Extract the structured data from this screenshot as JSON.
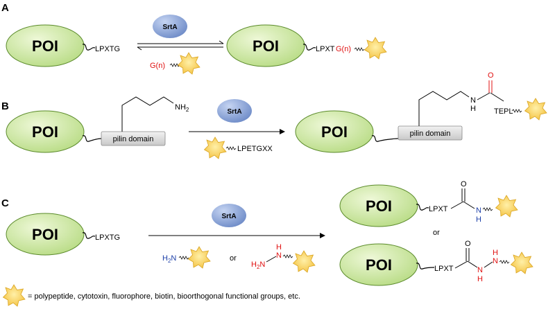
{
  "panels": {
    "a": {
      "letter": "A"
    },
    "b": {
      "letter": "B"
    },
    "c": {
      "letter": "C"
    }
  },
  "labels": {
    "poi": "POI",
    "srta": "SrtA",
    "lpxtg": "LPXTG",
    "lpxt": "LPXT",
    "g_n": "G(n)",
    "pilin_domain": "pilin domain",
    "nh2": "NH",
    "nh2_sub": "2",
    "lpetgxx": "LPETGXX",
    "tepl": "TEPL",
    "carbonyl_o": "O",
    "amide_n": "N",
    "amide_h": "H",
    "h2n": "H",
    "h2n_sub": "2",
    "h2n_n": "N",
    "or": "or"
  },
  "legend": {
    "text": "= polypeptide, cytotoxin, fluorophore, biotin, bioorthogonal functional groups, etc."
  },
  "colors": {
    "poi_fill": "#d6ecb0",
    "poi_stroke": "#5a8a2a",
    "star_fill": "#fbd45a",
    "star_stroke": "#d9a420",
    "srta_fill": "#8fa8da",
    "pilin_fill": "#dcdcdc",
    "red": "#e01010",
    "blue": "#1c3fa8"
  }
}
